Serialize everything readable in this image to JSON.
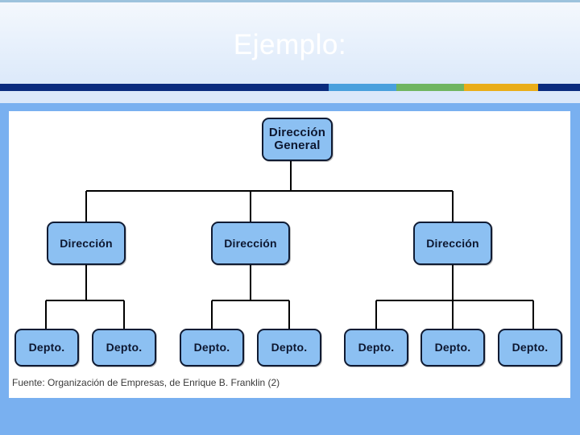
{
  "slide": {
    "title": "Ejemplo:",
    "title_color": "#ffffff",
    "background_color": "#79b0f0",
    "header_gradient_top": "#f4f8fd",
    "header_gradient_bottom": "#dce9fa"
  },
  "accent_rule": {
    "segments": [
      {
        "name": "navy-left",
        "color": "#0a2b7e"
      },
      {
        "name": "blue",
        "color": "#49a0dd"
      },
      {
        "name": "green",
        "color": "#6fb561"
      },
      {
        "name": "orange",
        "color": "#e9ad19"
      },
      {
        "name": "navy-right",
        "color": "#0a2b7e"
      }
    ]
  },
  "diagram": {
    "panel_background": "#ffffff",
    "node_fill": "#8cc0f2",
    "node_border": "#101b33",
    "connector_color": "#000000",
    "caption": "Fuente: Organización de Empresas, de Enrique B. Franklin (2)",
    "levels": [
      {
        "level": 1,
        "nodes": [
          {
            "id": "n0",
            "label": "Dirección General",
            "line1": "Dirección",
            "line2": "General"
          }
        ]
      },
      {
        "level": 2,
        "nodes": [
          {
            "id": "n1",
            "label": "Dirección"
          },
          {
            "id": "n2",
            "label": "Dirección"
          },
          {
            "id": "n3",
            "label": "Dirección"
          }
        ]
      },
      {
        "level": 3,
        "nodes": [
          {
            "id": "n4",
            "label": "Depto.",
            "parent": "n1"
          },
          {
            "id": "n5",
            "label": "Depto.",
            "parent": "n1"
          },
          {
            "id": "n6",
            "label": "Depto.",
            "parent": "n2"
          },
          {
            "id": "n7",
            "label": "Depto.",
            "parent": "n2"
          },
          {
            "id": "n8",
            "label": "Depto.",
            "parent": "n3"
          },
          {
            "id": "n9",
            "label": "Depto.",
            "parent": "n3"
          },
          {
            "id": "n10",
            "label": "Depto.",
            "parent": "n3"
          }
        ]
      }
    ]
  }
}
